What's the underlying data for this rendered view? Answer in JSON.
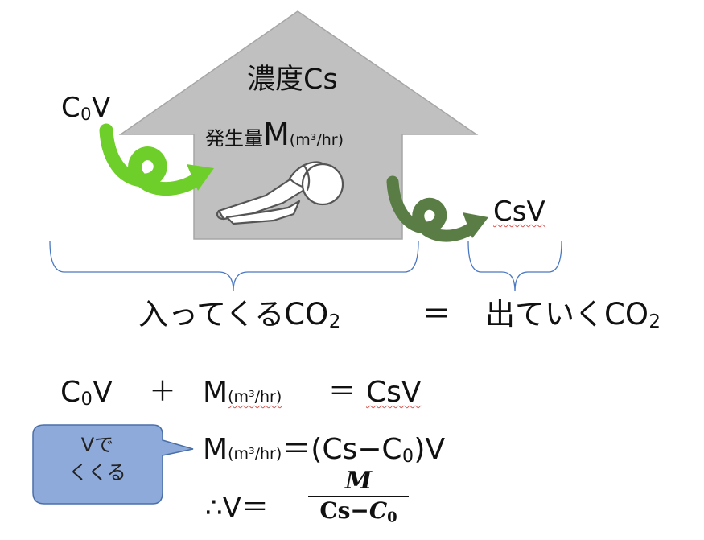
{
  "house": {
    "fill": "#c0c0c0",
    "stroke": "#a6a6a6",
    "concentration_label": "濃度Cs",
    "generation_label": "発生量",
    "generation_symbol": "M",
    "generation_unit": "(m³/hr)"
  },
  "flows": {
    "inflow_label_c": "C",
    "inflow_label_sub": "0",
    "inflow_label_v": "V",
    "outflow_label": "CsV",
    "inflow_color": "#6fcf2a",
    "outflow_color": "#5a7d45"
  },
  "balance": {
    "left_prefix": "入ってくるCO",
    "left_sub": "2",
    "equals": "＝",
    "right_prefix": "出ていくCO",
    "right_sub": "2"
  },
  "equations": {
    "eq1_c": "C",
    "eq1_sub": "0",
    "eq1_v": "V",
    "eq1_plus": "＋",
    "eq1_m": "M",
    "eq1_unit": "(m³/hr)",
    "eq1_equals": "＝",
    "eq1_rhs": "CsV",
    "eq2_m": "M",
    "eq2_unit": "(m³/hr)",
    "eq2_rhs_open": "＝(Cs−C",
    "eq2_rhs_sub": "0",
    "eq2_rhs_close": ")V",
    "eq3_lhs": "∴V＝",
    "eq3_numerator": "M",
    "eq3_denominator_cs": "Cs−",
    "eq3_denominator_c": "C",
    "eq3_denominator_sub": "0"
  },
  "callout": {
    "line1": "Vで",
    "line2": "くくる",
    "fill": "#8eaadb",
    "stroke": "#4a6fa8"
  }
}
